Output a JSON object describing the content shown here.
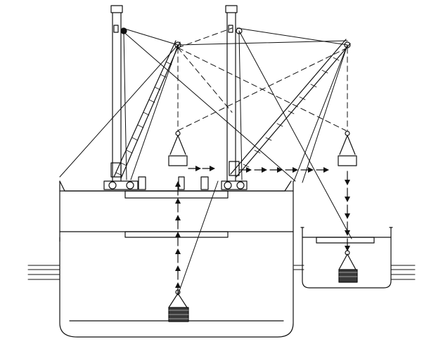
{
  "diagram": {
    "description_labels": [],
    "colors": {
      "ink": "#111111",
      "paper": "#ffffff",
      "load": "#3a3a3a"
    },
    "icons": {
      "ship": "ship-hull",
      "barge": "barge-hull",
      "crane": "derrick-crane",
      "bucket": "cargo-bucket",
      "sling": "sling-load",
      "flow": "arrow-flow"
    }
  }
}
